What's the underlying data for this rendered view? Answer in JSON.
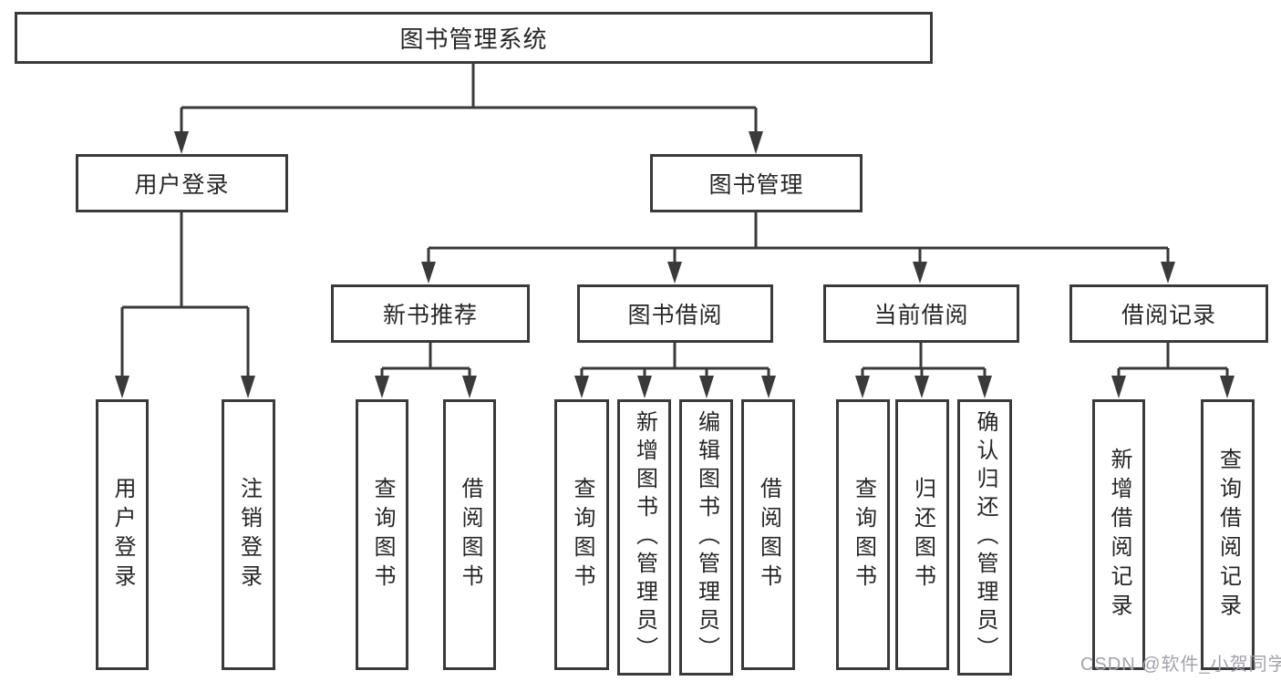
{
  "root": {
    "label": "图书管理系统"
  },
  "level2": {
    "user_login": {
      "label": "用户登录"
    },
    "book_mgmt": {
      "label": "图书管理"
    }
  },
  "level3": {
    "new_book_rec": {
      "label": "新书推荐"
    },
    "book_borrow": {
      "label": "图书借阅"
    },
    "current_borrow": {
      "label": "当前借阅"
    },
    "borrow_record": {
      "label": "借阅记录"
    }
  },
  "leaves": {
    "user_login": {
      "label": "用户登录"
    },
    "logout": {
      "label": "注销登录"
    },
    "rec_query_book": {
      "label": "查询图书"
    },
    "rec_borrow_book": {
      "label": "借阅图书"
    },
    "bb_query_book": {
      "label": "查询图书"
    },
    "bb_add_book": {
      "label": "新增图书（管理员）"
    },
    "bb_edit_book": {
      "label": "编辑图书（管理员）"
    },
    "bb_borrow_book": {
      "label": "借阅图书"
    },
    "cb_query_book": {
      "label": "查询图书"
    },
    "cb_return_book": {
      "label": "归还图书"
    },
    "cb_confirm_return": {
      "label": "确认归还（管理员）"
    },
    "br_add_record": {
      "label": "新增借阅记录"
    },
    "br_query_record": {
      "label": "查询借阅记录"
    }
  },
  "watermark": {
    "label": "CSDN @软件_小贺同学"
  },
  "colors": {
    "line": "#3a3a3a",
    "box_border": "#3a3a3a",
    "box_fill": "#ffffff",
    "text": "#262626",
    "background": "#ffffff",
    "watermark_text": "#a2a3ab"
  }
}
